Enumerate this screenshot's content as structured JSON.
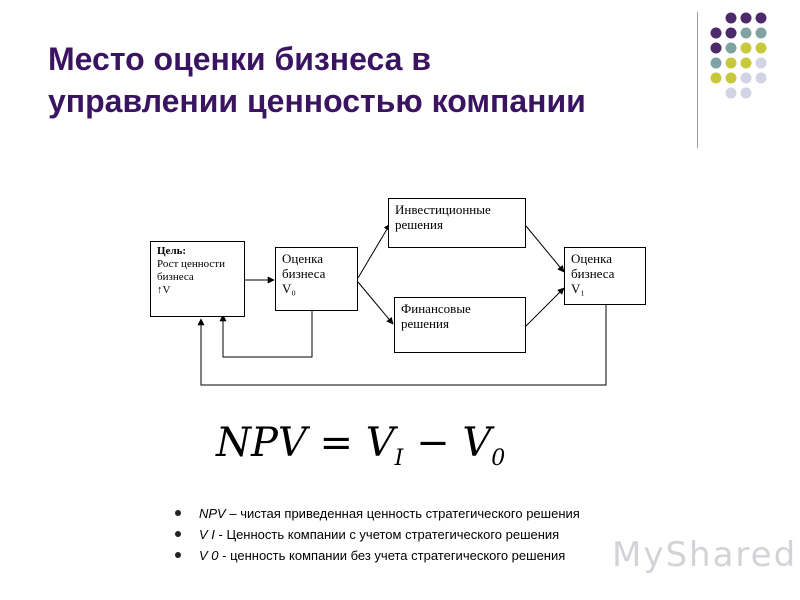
{
  "slide": {
    "title_lines": [
      "Место оценки бизнеса в",
      "управлении ценностью компании"
    ]
  },
  "colors": {
    "title": "#3a1460",
    "dot_purple": "#4d2a6b",
    "dot_teal": "#7fa3a3",
    "dot_yellow": "#c8c83c",
    "dot_lavender": "#d3d3e6"
  },
  "diagram": {
    "goal_box": {
      "lines": [
        "Цель:",
        "Рост ценности",
        "бизнеса",
        "↑V"
      ]
    },
    "valuation_v0": {
      "lines": [
        "Оценка",
        "бизнеса",
        "V₀"
      ]
    },
    "investment_box": {
      "lines": [
        "Инвестиционные",
        "решения"
      ]
    },
    "finance_box": {
      "lines": [
        "Финансовые",
        "решения"
      ]
    },
    "valuation_v1": {
      "lines": [
        "Оценка",
        "бизнеса",
        "V₁"
      ]
    }
  },
  "formula": {
    "lhs": "NPV",
    "eq": " = ",
    "v1": "V",
    "v1_sub": "I",
    "minus": " − ",
    "v0": "V",
    "v0_sub": "0"
  },
  "bullets": [
    {
      "term": "NPV",
      "text": " – чистая приведенная ценность стратегического решения"
    },
    {
      "term": "V I",
      "text": " - Ценность компании с учетом стратегического решения"
    },
    {
      "term": " V 0",
      "text": " - ценность компании без учета стратегического решения"
    }
  ],
  "watermark": "MyShared"
}
